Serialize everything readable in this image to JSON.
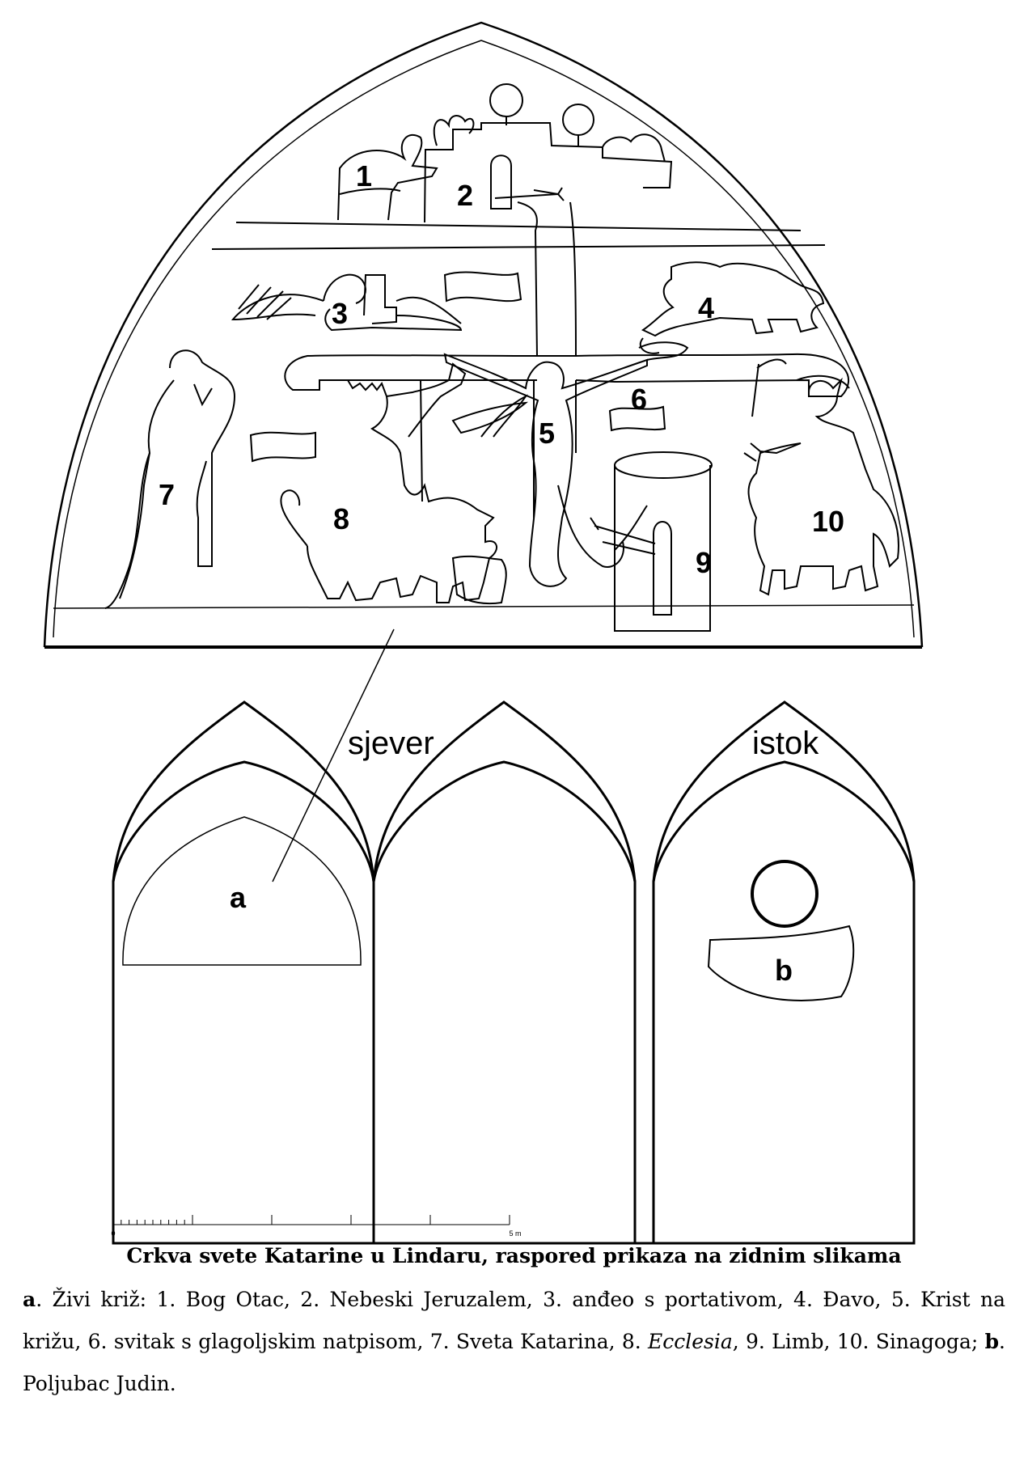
{
  "tympanum": {
    "labels": [
      "1",
      "2",
      "3",
      "4",
      "5",
      "6",
      "7",
      "8",
      "9",
      "10"
    ]
  },
  "plan": {
    "north_label": "sjever",
    "east_label": "istok",
    "label_a": "a",
    "label_b": "b"
  },
  "scale": {
    "start": "0",
    "end": "5 m"
  },
  "caption": {
    "title": "Crkva svete Katarine u Lindaru, raspored prikaza na zidnim slikama",
    "a_marker": "a",
    "a_text": ". Živi križ: 1. Bog Otac, 2. Nebeski Jeruzalem, 3. anđeo s portativom, 4. Đavo, 5. Krist na križu, 6. svitak s glagoljskim natpisom, 7. Sveta Katarina, 8. ",
    "ecclesia": "Ecclesia",
    "a_text_2": ", 9. Limb, 10. Sinagoga; ",
    "b_marker": "b",
    "b_text": ". Poljubac Judin."
  }
}
